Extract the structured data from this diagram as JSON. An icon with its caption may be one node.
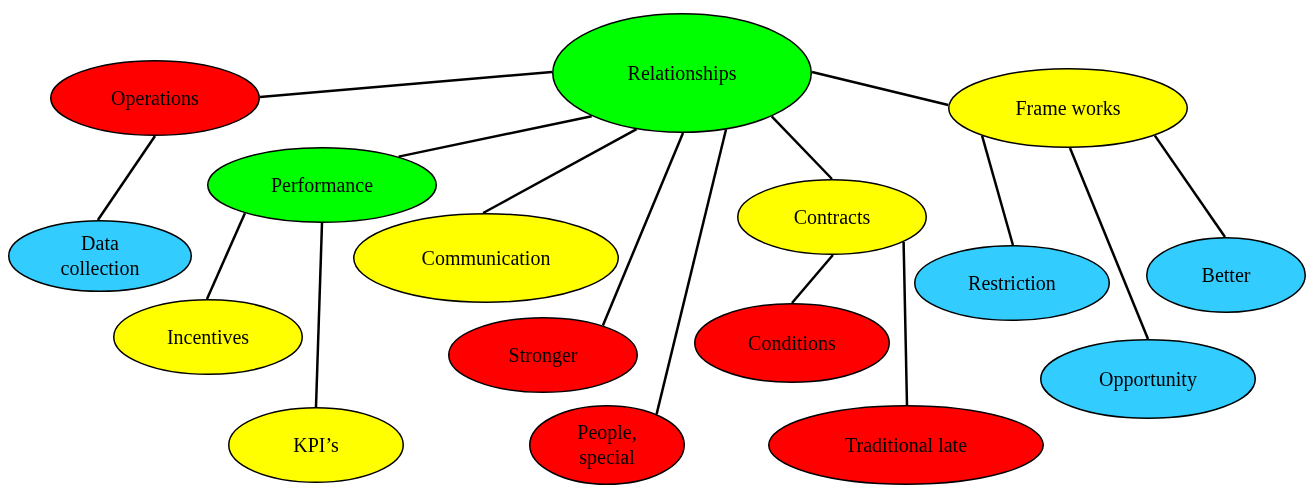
{
  "diagram": {
    "nodes": [
      {
        "text": [
          "Relationships"
        ]
      },
      {
        "text": [
          "Operations"
        ]
      },
      {
        "text": [
          "Data collection"
        ]
      },
      {
        "text": [
          "Performance"
        ]
      },
      {
        "text": [
          "Incentives"
        ]
      },
      {
        "text": [
          "KPI’s"
        ]
      },
      {
        "text": [
          "Communication"
        ]
      },
      {
        "text": [
          "Stronger"
        ]
      },
      {
        "text": [
          "People, special"
        ]
      },
      {
        "text": [
          "Contracts"
        ]
      },
      {
        "text": [
          "Conditions"
        ]
      },
      {
        "text": [
          "Traditional late"
        ]
      },
      {
        "text": [
          "Frame works"
        ]
      },
      {
        "text": [
          "Restriction"
        ]
      },
      {
        "text": [
          "Opportunity"
        ]
      },
      {
        "text": [
          "Better"
        ]
      }
    ],
    "edges": [
      {
        "from": 0,
        "to": 1,
        "arrow": "none"
      },
      {
        "from": 1,
        "to": 2,
        "arrow": "none"
      },
      {
        "from": 0,
        "to": 3,
        "arrow": "none"
      },
      {
        "from": 3,
        "to": 4,
        "arrow": "none"
      },
      {
        "from": 3,
        "to": 5,
        "arrow": "none"
      },
      {
        "from": 0,
        "to": 6,
        "arrow": "none"
      },
      {
        "from": 0,
        "to": 7,
        "arrow": "none"
      },
      {
        "from": 0,
        "to": 8,
        "arrow": "none"
      },
      {
        "from": 0,
        "to": 9,
        "arrow": "none"
      },
      {
        "from": 9,
        "to": 10,
        "arrow": "none"
      },
      {
        "from": 9,
        "to": 11,
        "arrow": "none"
      },
      {
        "from": 0,
        "to": 12,
        "arrow": "none"
      },
      {
        "from": 12,
        "to": 13,
        "arrow": "none"
      },
      {
        "from": 12,
        "to": 14,
        "arrow": "none"
      },
      {
        "from": 12,
        "to": 15,
        "arrow": "none"
      }
    ]
  }
}
